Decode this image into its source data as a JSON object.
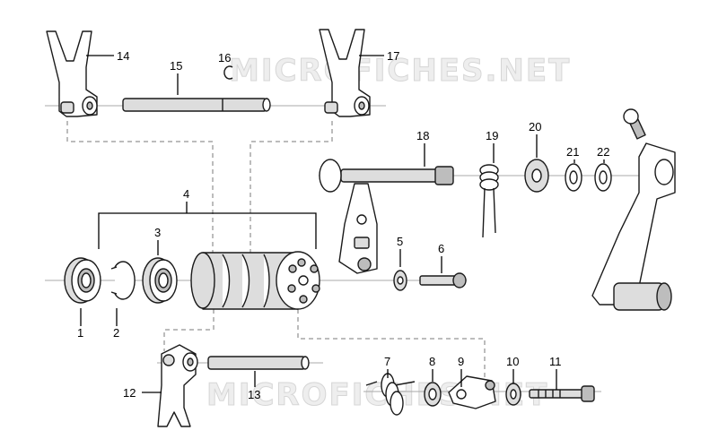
{
  "watermark": {
    "text_top": "MICROFICHES.NET",
    "text_bottom": "MICROFICHES.NET"
  },
  "callouts": {
    "c1": "1",
    "c2": "2",
    "c3": "3",
    "c4": "4",
    "c5": "5",
    "c6": "6",
    "c7": "7",
    "c8": "8",
    "c9": "9",
    "c10": "10",
    "c11": "11",
    "c12": "12",
    "c13": "13",
    "c14": "14",
    "c15": "15",
    "c16": "16",
    "c17": "17",
    "c18": "18",
    "c19": "19",
    "c20": "20",
    "c21": "21",
    "c22": "22"
  },
  "colors": {
    "line": "#1a1a1a",
    "axis": "#a8a8a8",
    "background": "#ffffff"
  }
}
